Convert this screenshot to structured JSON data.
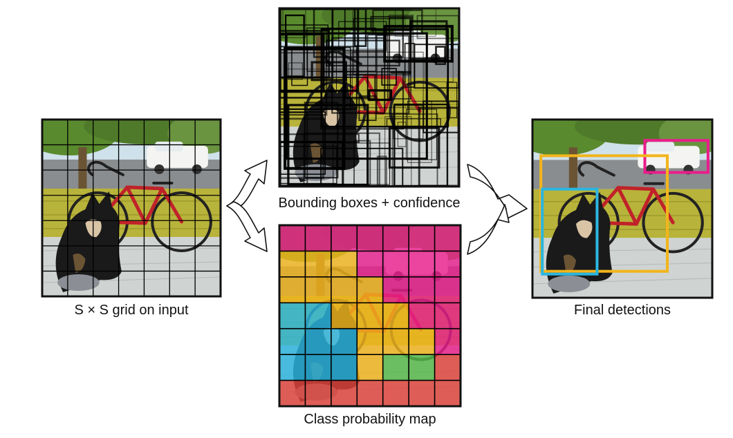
{
  "panels": {
    "input": {
      "label": "S × S grid on input"
    },
    "bbox": {
      "label": "Bounding boxes + confidence"
    },
    "classmap": {
      "label": "Class probability map"
    },
    "final": {
      "label": "Final detections"
    }
  },
  "grid_size": 7,
  "colors": {
    "magenta": "#e91e8c",
    "yellow": "#f2b51c",
    "cyan": "#2bb6e0",
    "green": "#54b948",
    "red": "#e0443c",
    "frame": "#111111",
    "grid_line": "#000000",
    "sky": "#cfe1ea",
    "tree": "#4f7a2a",
    "street": "#8a8d8f",
    "wall": "#b8b33a",
    "porch": "#cfd3d1"
  },
  "class_map": [
    [
      "magenta",
      "magenta",
      "magenta",
      "magenta",
      "magenta",
      "magenta",
      "magenta"
    ],
    [
      "yellow",
      "yellow",
      "yellow",
      "magenta",
      "magenta",
      "magenta",
      "magenta"
    ],
    [
      "yellow",
      "yellow",
      "yellow",
      "yellow",
      "magenta",
      "magenta",
      "magenta"
    ],
    [
      "cyan",
      "cyan",
      "yellow",
      "yellow",
      "yellow",
      "magenta",
      "magenta"
    ],
    [
      "cyan",
      "cyan",
      "cyan",
      "yellow",
      "yellow",
      "yellow",
      "magenta"
    ],
    [
      "cyan",
      "cyan",
      "cyan",
      "yellow",
      "green",
      "green",
      "red"
    ],
    [
      "red",
      "red",
      "red",
      "red",
      "red",
      "red",
      "red"
    ]
  ],
  "detections": [
    {
      "class_color": "magenta",
      "object": "car"
    },
    {
      "class_color": "yellow",
      "object": "bicycle"
    },
    {
      "class_color": "cyan",
      "object": "dog"
    }
  ]
}
